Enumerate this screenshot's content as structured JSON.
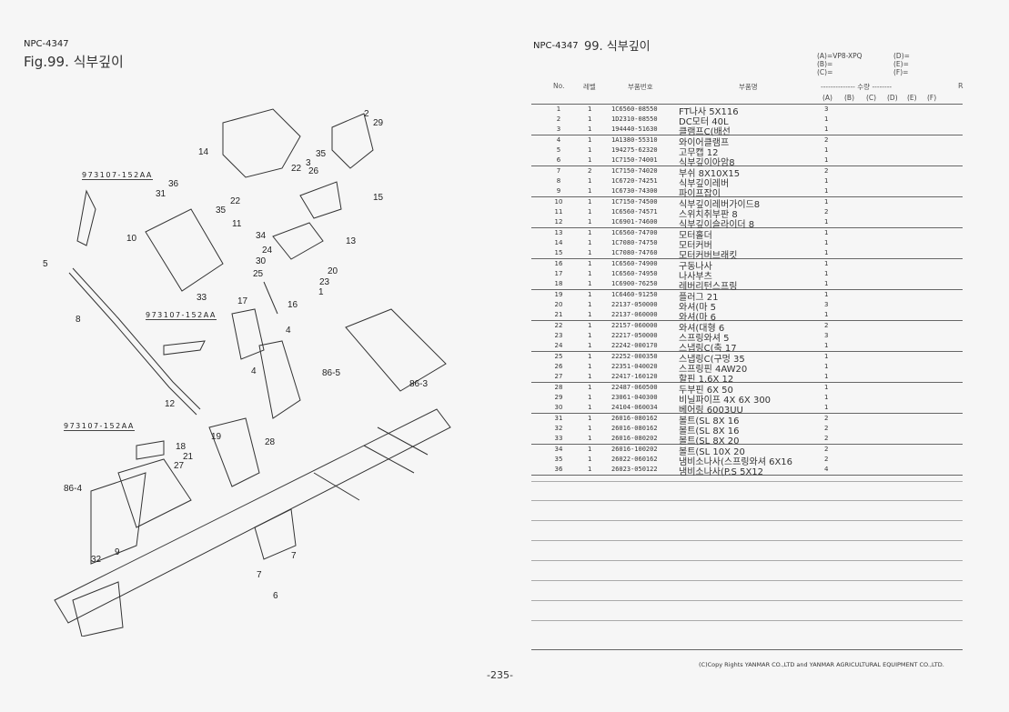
{
  "left": {
    "npc": "NPC-4347",
    "fig_title": "Fig.99.   식부깊이"
  },
  "diagram": {
    "assy_labels": [
      "973107-152AA",
      "973107-152AA",
      "973107-152AA"
    ],
    "callouts": [
      "2",
      "29",
      "14",
      "22",
      "3",
      "35",
      "26",
      "22",
      "35",
      "15",
      "36",
      "31",
      "11",
      "10",
      "34",
      "13",
      "24",
      "30",
      "20",
      "25",
      "23",
      "1",
      "33",
      "16",
      "17",
      "5",
      "8",
      "4",
      "4",
      "86-5",
      "86-3",
      "12",
      "19",
      "28",
      "18",
      "21",
      "27",
      "86-4",
      "32",
      "9",
      "7",
      "7",
      "6"
    ]
  },
  "right": {
    "npc": "NPC-4347",
    "title": "99.  식부깊이",
    "variants": [
      "(A)=VP8-XPQ",
      "(B)=",
      "(C)=",
      "(D)=",
      "(E)=",
      "(F)="
    ],
    "headers": {
      "no": "No.",
      "level": "레벨",
      "part_no": "부품번호",
      "part_name": "부품명",
      "qty": "--------------  수량  --------",
      "r": "R"
    },
    "qty_cols": [
      "(A)",
      "(B)",
      "(C)",
      "(D)",
      "(E)",
      "(F)"
    ],
    "rows": [
      [
        "1",
        "1",
        "1C6560-08550",
        "FT나사 5X116",
        "3"
      ],
      [
        "2",
        "1",
        "1D2310-08550",
        "DC모터  40L",
        "1"
      ],
      [
        "3",
        "1",
        "194440-51630",
        "클램프C(배선",
        "1"
      ],
      [
        "4",
        "1",
        "1A1380-55310",
        "와이어클램프",
        "2"
      ],
      [
        "5",
        "1",
        "194275-62320",
        "고무캡 12",
        "1"
      ],
      [
        "6",
        "1",
        "1C7150-74001",
        "식부깊이아암8",
        "1"
      ],
      [
        "7",
        "2",
        "1C7150-74020",
        "부쉬 8X10X15",
        "2"
      ],
      [
        "8",
        "1",
        "1C6720-74251",
        "식부깊이레버",
        "1"
      ],
      [
        "9",
        "1",
        "1C6730-74300",
        "파이프잡이",
        "1"
      ],
      [
        "10",
        "1",
        "1C7150-74500",
        "식부깊이레버가이드8",
        "1"
      ],
      [
        "11",
        "1",
        "1C6560-74571",
        "스위치취부판 8",
        "2"
      ],
      [
        "12",
        "1",
        "1C6901-74600",
        "식부깊이슬라이더 8",
        "1"
      ],
      [
        "13",
        "1",
        "1C6560-74700",
        "모터홀더",
        "1"
      ],
      [
        "14",
        "1",
        "1C7080-74750",
        "모터커버",
        "1"
      ],
      [
        "15",
        "1",
        "1C7080-74760",
        "모터커버브래킷",
        "1"
      ],
      [
        "16",
        "1",
        "1C6560-74900",
        "구동나사",
        "1"
      ],
      [
        "17",
        "1",
        "1C6560-74950",
        "나사부츠",
        "1"
      ],
      [
        "18",
        "1",
        "1C6900-76250",
        "레버리턴스프링",
        "1"
      ],
      [
        "19",
        "1",
        "1C6460-91250",
        "플러그 21",
        "1"
      ],
      [
        "20",
        "1",
        "22137-050000",
        "와셔(마 5",
        "3"
      ],
      [
        "21",
        "1",
        "22137-060000",
        "와셔(마  6",
        "1"
      ],
      [
        "22",
        "1",
        "22157-060000",
        "와셔(대형  6",
        "2"
      ],
      [
        "23",
        "1",
        "22217-050000",
        "스프링와셔  5",
        "3"
      ],
      [
        "24",
        "1",
        "22242-000170",
        "스냅링C(축  17",
        "1"
      ],
      [
        "25",
        "1",
        "22252-000350",
        "스냅링C(구멍  35",
        "1"
      ],
      [
        "26",
        "1",
        "22351-040020",
        "스프링핀 4AW20",
        "1"
      ],
      [
        "27",
        "1",
        "22417-160120",
        "할핀 1.6X 12",
        "1"
      ],
      [
        "28",
        "1",
        "22487-060500",
        "두부핀  6X 50",
        "1"
      ],
      [
        "29",
        "1",
        "23061-040300",
        "비닐파이프 4X 6X 300",
        "1"
      ],
      [
        "30",
        "1",
        "24104-060034",
        "베어링 6003UU",
        "1"
      ],
      [
        "31",
        "1",
        "26016-080162",
        "볼트(SL  8X 16",
        "2"
      ],
      [
        "32",
        "1",
        "26016-080162",
        "볼트(SL  8X 16",
        "2"
      ],
      [
        "33",
        "1",
        "26016-080202",
        "볼트(SL  8X 20",
        "2"
      ],
      [
        "34",
        "1",
        "26016-100202",
        "볼트(SL 10X 20",
        "2"
      ],
      [
        "35",
        "1",
        "26022-060162",
        "냄비소나사(스프링와셔 6X16",
        "2"
      ],
      [
        "36",
        "1",
        "26023-050122",
        "냄비소나사(P.S  5X12",
        "4"
      ]
    ]
  },
  "footer": {
    "copyright": "(C)Copy Rights  YANMAR CO.,LTD and YANMAR AGRICULTURAL EQUIPMENT CO.,LTD.",
    "page": "-235-"
  }
}
